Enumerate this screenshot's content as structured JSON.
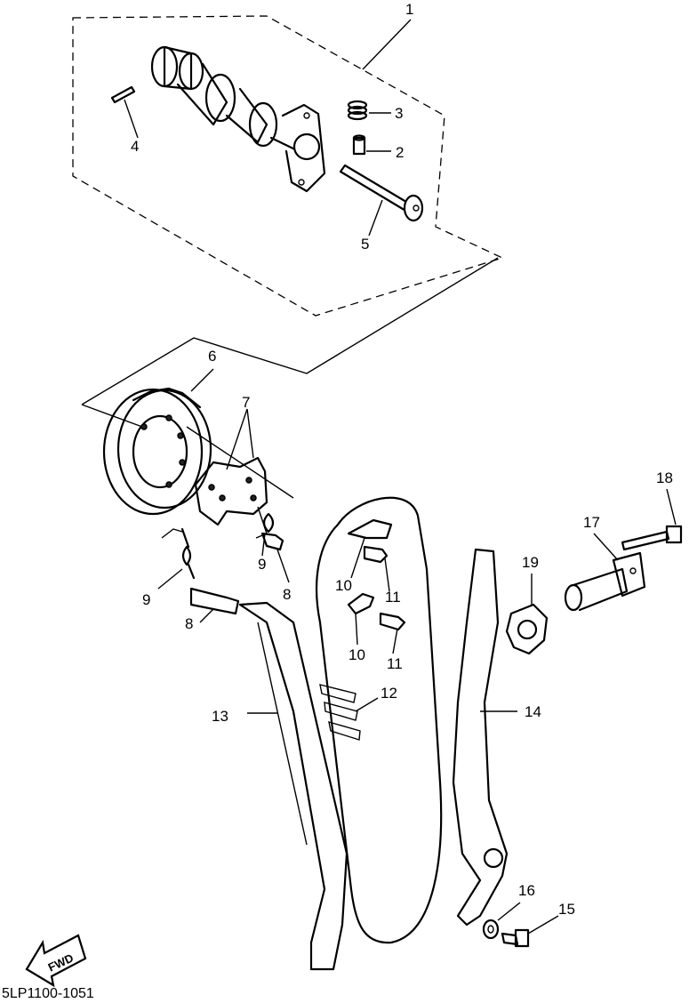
{
  "diagram": {
    "callouts": {
      "c1": "1",
      "c2": "2",
      "c3": "3",
      "c4": "4",
      "c5": "5",
      "c6": "6",
      "c7": "7",
      "c8a": "8",
      "c8b": "8",
      "c9a": "9",
      "c9b": "9",
      "c10a": "10",
      "c10b": "10",
      "c11a": "11",
      "c11b": "11",
      "c12": "12",
      "c13": "13",
      "c14": "14",
      "c15": "15",
      "c16": "16",
      "c17": "17",
      "c18": "18",
      "c19": "19"
    },
    "fwd_label": "FWD",
    "diagram_code": "5LP1100-1051"
  }
}
